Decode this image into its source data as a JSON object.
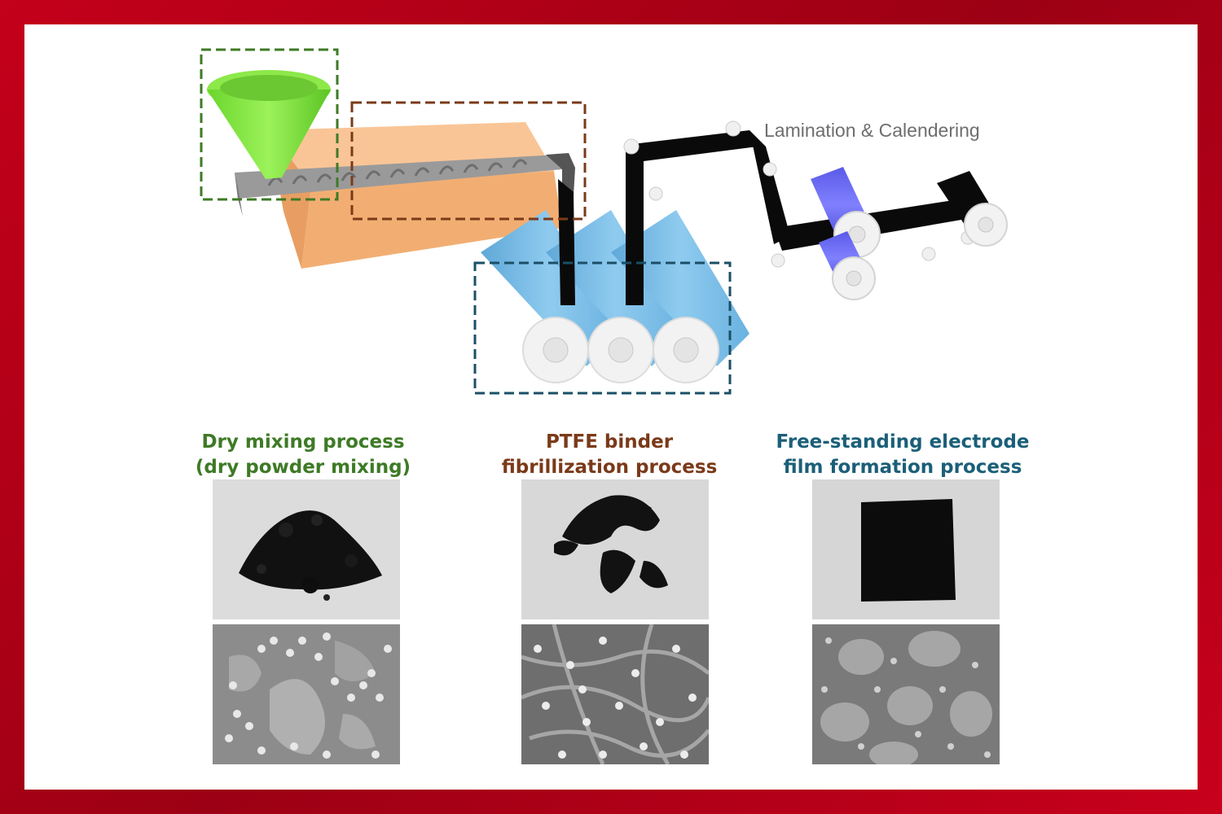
{
  "labels": {
    "lamination": "Lamination & Calendering"
  },
  "stages": [
    {
      "id": "dry",
      "caption": "Dry mixing process\n(dry powder mixing)",
      "color": "#3e7a26"
    },
    {
      "id": "ptfe",
      "caption": "PTFE binder\nfibrillization process",
      "color": "#7a3a1a"
    },
    {
      "id": "film",
      "caption": "Free-standing electrode\nfilm formation process",
      "color": "#1b5f78"
    }
  ],
  "colors": {
    "frame": "#b8001a",
    "hopper": "#7ee23a",
    "extruder_body": "#f5b782",
    "screw": "#8e8e8e",
    "rollers": "#7fbde6",
    "calender_roller": "#6f6ff0",
    "film": "#0a0a0a"
  }
}
